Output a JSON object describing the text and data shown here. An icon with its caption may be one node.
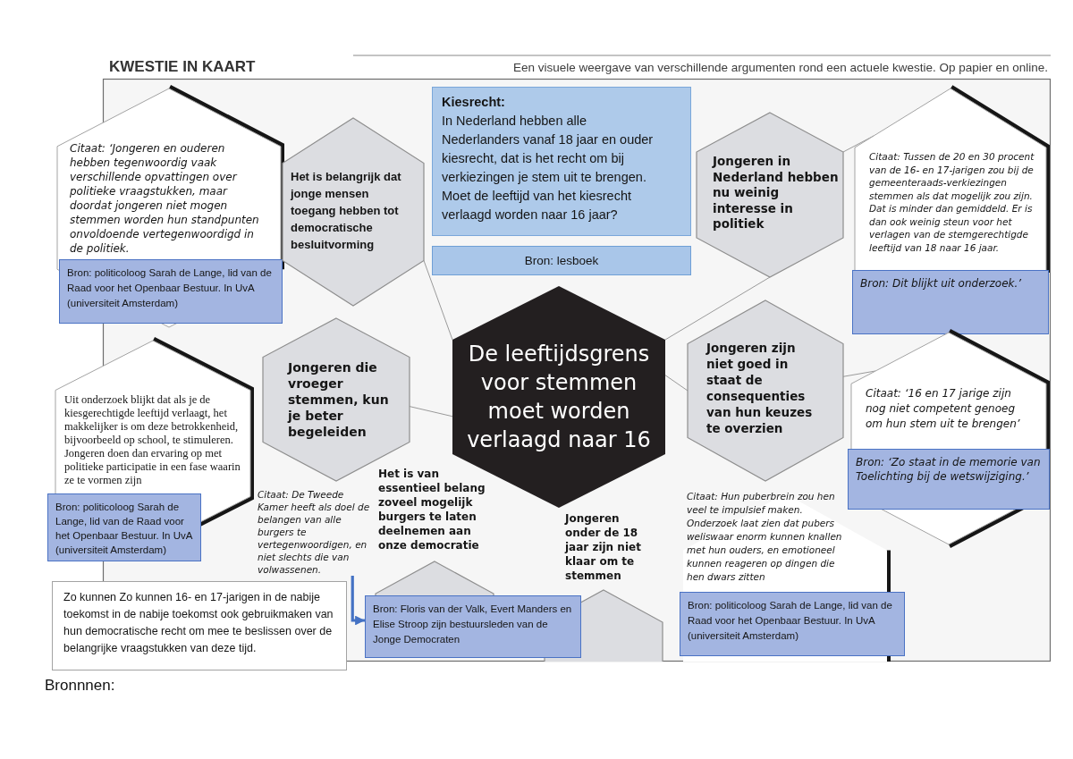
{
  "diagram": {
    "title": "KWESTIE IN KAART",
    "nodes": [
      {
        "text": [
          "Citaat: ‘Jongeren en ouderen hebben tegenwoordig vaak verschillende opvattingen over politieke vraagstukken, maar doordat jongeren niet mogen stemmen worden hun standpunten onvoldoende vertegenwoordigd in de politiek."
        ]
      },
      {
        "text": [
          "Bron: politicoloog Sarah de Lange, lid van de Raad voor het Openbaar Bestuur. In UvA (universiteit Amsterdam)"
        ],
        "in": 0
      },
      {
        "text": [
          "Het is belangrijk dat jonge mensen toegang hebben tot democratische besluitvorming"
        ]
      },
      {
        "text": [
          "Kiesrecht:",
          "In Nederland hebben alle Nederlanders vanaf 18 jaar en ouder kiesrecht, dat is het recht om bij verkiezingen je stem uit te brengen. Moet de leeftijd van het kiesrecht verlaagd worden naar 16 jaar?"
        ]
      },
      {
        "text": [
          "Bron: lesboek"
        ]
      },
      {
        "text": [
          "Jongeren in Nederland hebben nu weinig interesse in politiek"
        ]
      },
      {
        "text": [
          "Citaat: Tussen de 20 en 30 procent van de 16- en 17-jarigen zou bij de gemeenteraads-verkiezingen stemmen als dat mogelijk zou zijn. Dat is minder dan gemiddeld. Er is dan ook weinig steun voor het verlagen van de stemgerechtigde leeftijd van 18 naar 16 jaar."
        ]
      },
      {
        "text": [
          "Bron: Dit blijkt uit onderzoek.’"
        ],
        "in": 6
      },
      {
        "text": [
          "Uit onderzoek blijkt dat als je de kiesgerechtigde leeftijd verlaagt, het makkelijker is om deze betrokkenheid, bijvoorbeeld op school, te stimuleren. Jongeren doen dan ervaring op met politieke participatie in een fase waarin ze te vormen zijn"
        ]
      },
      {
        "text": [
          "Bron: politicoloog Sarah de Lange, lid van de Raad voor het Openbaar Bestuur. In UvA (universiteit Amsterdam)"
        ]
      },
      {
        "text": [
          "Jongeren die vroeger stemmen, kun je beter begeleiden"
        ]
      },
      {
        "text": [
          "De leeftijdsgrens voor stemmen moet worden verlaagd naar 16"
        ]
      },
      {
        "text": [
          "Jongeren zijn niet goed in staat de consequenties van hun keuzes te overzien"
        ]
      },
      {
        "text": [
          "Citaat: ‘16 en 17 jarige zijn nog niet competent genoeg om hun stem uit te brengen’"
        ]
      },
      {
        "text": [
          "Bron: ‘Zo staat in de memorie van Toelichting bij de wetswijziging.’"
        ],
        "in": 13
      },
      {
        "text": [
          "Citaat: De Tweede Kamer heeft als doel de belangen van alle burgers te vertegenwoordigen, en niet slechts die van volwassenen."
        ]
      },
      {
        "text": [
          "Het is van essentieel belang zoveel mogelijk burgers te laten deelnemen aan onze democratie"
        ]
      },
      {
        "text": [
          "Jongeren onder de 18 jaar zijn niet klaar om te stemmen"
        ]
      },
      {
        "text": [
          "Citaat: Hun puberbrein zou hen veel te impulsief maken. Onderzoek laat zien dat pubers weliswaar enorm kunnen knallen met hun ouders, en emotioneel kunnen reageren op dingen die hen dwars zitten"
        ]
      },
      {
        "text": [
          "Zo kunnen Zo kunnen 16- en 17-jarigen in de nabije toekomst in de nabije toekomst ook gebruikmaken van hun democratische recht om mee te beslissen over de belangrijke vraagstukken van deze tijd."
        ]
      },
      {
        "text": [
          "Bron: Floris van der Valk, Evert Manders en Elise Stroop zijn bestuursleden van de Jonge Democraten"
        ]
      },
      {
        "text": [
          "Bron: politicoloog Sarah de Lange, lid van de Raad voor het Openbaar Bestuur. In UvA (universiteit Amsterdam)"
        ]
      }
    ],
    "edges": [
      {
        "from": 11,
        "to": 2,
        "arrow": "none"
      },
      {
        "from": 11,
        "to": 5,
        "arrow": "none"
      },
      {
        "from": 11,
        "to": 10,
        "arrow": "none"
      },
      {
        "from": 11,
        "to": 12,
        "arrow": "none"
      },
      {
        "from": 5,
        "to": 6,
        "arrow": "none"
      },
      {
        "from": 12,
        "to": 13,
        "arrow": "none"
      },
      {
        "from": 15,
        "to": 20,
        "arrow": "to",
        "style": "thick",
        "color": "#4472c4"
      }
    ],
    "labels": [
      "Een visuele weergave van verschillende argumenten rond een actuele kwestie. Op papier en online.",
      "Bronnnen:"
    ]
  }
}
